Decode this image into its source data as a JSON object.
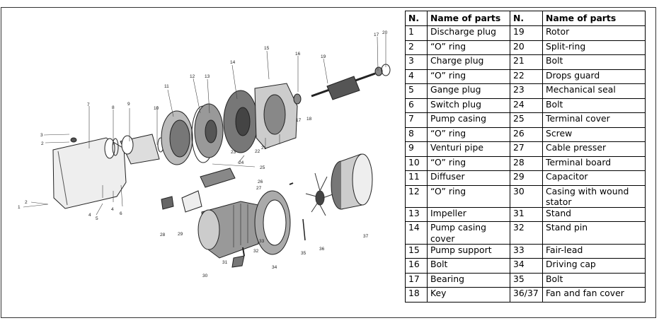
{
  "table": {
    "headers": [
      "N.",
      "Name of parts",
      "N.",
      "Name of parts"
    ],
    "rows": [
      {
        "n1": "1",
        "name1": "Discharge plug",
        "n2": "19",
        "name2": "Rotor"
      },
      {
        "n1": "2",
        "name1": "“O” ring",
        "n2": "20",
        "name2": "Split-ring"
      },
      {
        "n1": "3",
        "name1": "Charge plug",
        "n2": "21",
        "name2": "Bolt"
      },
      {
        "n1": "4",
        "name1": "“O” ring",
        "n2": "22",
        "name2": "Drops guard"
      },
      {
        "n1": "5",
        "name1": "Gange plug",
        "n2": "23",
        "name2": "Mechanical seal"
      },
      {
        "n1": "6",
        "name1": "Switch plug",
        "n2": "24",
        "name2": "Bolt"
      },
      {
        "n1": "7",
        "name1": "Pump casing",
        "n2": "25",
        "name2": "Terminal cover"
      },
      {
        "n1": "8",
        "name1": "“O” ring",
        "n2": "26",
        "name2": "Screw"
      },
      {
        "n1": "9",
        "name1": "Venturi pipe",
        "n2": "27",
        "name2": "Cable presser"
      },
      {
        "n1": "10",
        "name1": "“O” ring",
        "n2": "28",
        "name2": "Terminal board"
      },
      {
        "n1": "11",
        "name1": "Diffuser",
        "n2": "29",
        "name2": "Capacitor"
      },
      {
        "n1": "12",
        "name1": "“O” ring",
        "n2": "30",
        "name2": "Casing with wound stator"
      },
      {
        "n1": "13",
        "name1": "Impeller",
        "n2": "31",
        "name2": "Stand"
      },
      {
        "n1": "14",
        "name1": "Pump casing cover",
        "n2": "32",
        "name2": "Stand pin"
      },
      {
        "n1": "15",
        "name1": "Pump support",
        "n2": "33",
        "name2": "Fair-lead"
      },
      {
        "n1": "16",
        "name1": "Bolt",
        "n2": "34",
        "name2": "Driving cap"
      },
      {
        "n1": "17",
        "name1": "Bearing",
        "n2": "35",
        "name2": "Bolt"
      },
      {
        "n1": "18",
        "name1": "Key",
        "n2": "36/37",
        "name2": "Fan and fan cover"
      }
    ]
  },
  "diagram": {
    "callouts": [
      "1",
      "2",
      "2",
      "3",
      "4",
      "4",
      "5",
      "6",
      "7",
      "8",
      "9",
      "10",
      "11",
      "12",
      "13",
      "14",
      "15",
      "16",
      "17",
      "17",
      "18",
      "19",
      "20",
      "21",
      "22",
      "23",
      "24",
      "25",
      "26",
      "27",
      "28",
      "29",
      "30",
      "31",
      "32",
      "33",
      "34",
      "35",
      "36",
      "37"
    ]
  }
}
